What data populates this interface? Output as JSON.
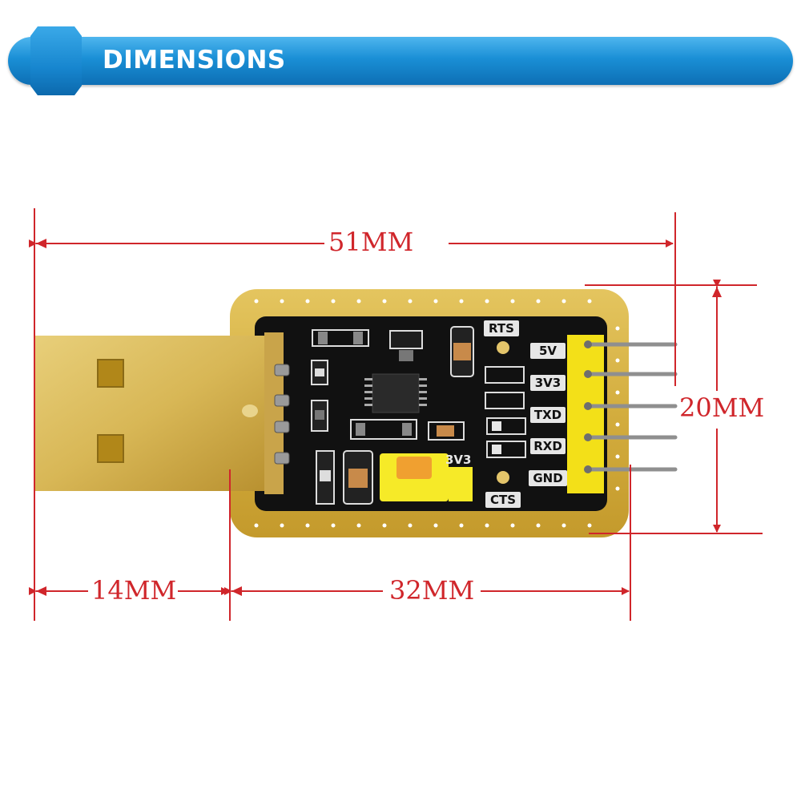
{
  "header": {
    "title": "DIMENSIONS",
    "accent_color": "#1a8fd6"
  },
  "dimensions": {
    "overall_length": "51MM",
    "width": "20MM",
    "usb_plug_length": "14MM",
    "board_length": "32MM",
    "line_color": "#d0262b"
  },
  "board": {
    "pin_labels": [
      "5V",
      "3V3",
      "TXD",
      "RXD",
      "GND"
    ],
    "rts_label": "RTS",
    "cts_label": "CTS",
    "jumper_label": "3V3",
    "pcb_color": "#111111",
    "edge_color": "#d9b646",
    "header_color": "#f3e018",
    "jumper_color": "#f6ea28"
  }
}
